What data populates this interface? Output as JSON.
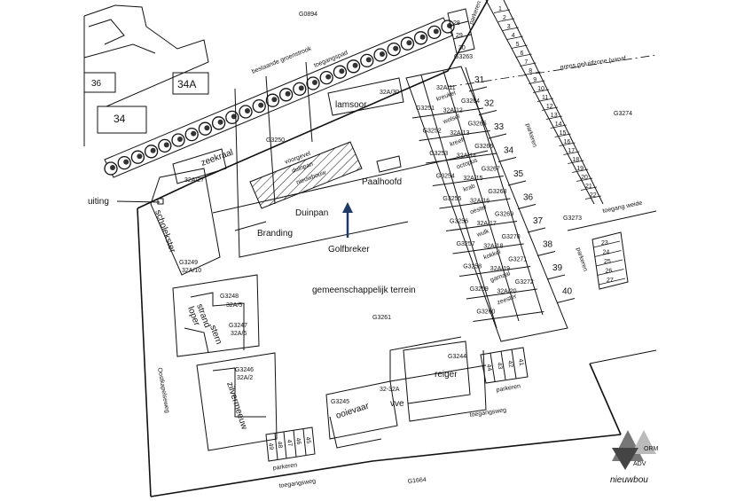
{
  "labels": {
    "g0894": "G0894",
    "bestaande_groenstrook": "bestaande groenstrook",
    "toegangspad": "toegangspad",
    "b36": "36",
    "b34a": "34A",
    "b34": "34",
    "zeekraal": "zeekraal",
    "zeekraal_nr": "32A/27",
    "lamsoor": "lamsoor",
    "lamsoor_nr": "32A/30",
    "g3250": "G3250",
    "voorgevel": "voorgevel",
    "duinpan": "duinpan",
    "nieuwbouw": "nieuwbouw",
    "Duinpan": "Duinpan",
    "Paalhoofd": "Paalhoofd",
    "Branding": "Branding",
    "Golfbreker": "Golfbreker",
    "uiting": "uiting",
    "scholekster": "scholekster",
    "g3249": "G3249",
    "n32a10": "32A/10",
    "gemeenschappelijk": "gemeenschappelijk  terrein",
    "g3261": "G3261",
    "g3248": "G3248",
    "n32a5": "32A/5",
    "strand": "strand",
    "loper": "loper",
    "stern": "stern",
    "g3247": "G3247",
    "n32a6": "32A/6",
    "g3246": "G3246",
    "n32a2": "32A/2",
    "zilvermeeuw": "zilvermeeuw",
    "oostkapelseweg": "Oostkapelseweg",
    "p45": "45",
    "p46": "46",
    "p47": "47",
    "p48": "48",
    "p49": "49",
    "parkeren_bottom": "parkeren",
    "toegangsweg_1": "toegangsweg",
    "g1664": "G1664",
    "ooievaar": "ooievaar",
    "g3245": "G3245",
    "n32_32a": "32-32A",
    "vve": "vve",
    "reiger": "reiger",
    "g3244": "G3244",
    "toegangsweg_2": "toegangsweg",
    "p41": "41",
    "p42": "42",
    "p43": "43",
    "p44": "44",
    "parkeren_mid": "parkeren",
    "g3263": "G3263",
    "parkeren_top": "parkeren",
    "parkeren_right": "parkeren",
    "parkeren_right2": "parkeren",
    "grens": "grens  geluidzone (vanaf",
    "g3274": "G3274",
    "g3273": "G3273",
    "toegang_weide": "toegang weide",
    "p28": "28",
    "p29": "29",
    "p30": "30",
    "p31": "31",
    "p32": "32",
    "p33": "33",
    "p34": "34",
    "p35": "35",
    "p36": "36",
    "p37": "37",
    "p38": "38",
    "p39": "39",
    "p40": "40",
    "g3251": "G3251",
    "g3252": "G3252",
    "g3253": "G3253",
    "g3254": "G3254",
    "g3255": "G3255",
    "g3256": "G3256",
    "g3257": "G3257",
    "g3258": "G3258",
    "g3259": "G3259",
    "g3260": "G3260",
    "g3264": "G3264",
    "g3265": "G3265",
    "g3266": "G3266",
    "g3267": "G3267",
    "g3268": "G3268",
    "g3269": "G3269",
    "g3270": "G3270",
    "g3271": "G3271",
    "g3272": "G3272",
    "n32a11": "32A/11",
    "n32a12": "32A/12",
    "n32a13": "32A/13",
    "n32a14": "32A/14",
    "n32a15": "32A/15",
    "n32a16": "32A/16",
    "n32a17": "32A/17",
    "n32a18": "32A/18",
    "n32a19": "32A/19",
    "n32a20": "32A/20",
    "kreukel": "kreukel",
    "wolsel": "wolsel",
    "kreeft": "kreeft",
    "octopus": "octopus",
    "krab": "krab",
    "oester": "oester",
    "wulk": "wulk",
    "kokkel": "kokkel",
    "garnaal": "garnaal",
    "zeester": "zeester",
    "logo_v1": "V",
    "logo_orm": "ORM",
    "logo_adv": "ADV",
    "nieuwbouw_footer": "nieuwbou"
  },
  "right_parking_numbers": [
    "1",
    "2",
    "3",
    "4",
    "5",
    "6",
    "7",
    "8",
    "9",
    "10",
    "11",
    "12",
    "13",
    "14",
    "15",
    "16",
    "17",
    "18",
    "19",
    "20",
    "21",
    "22"
  ],
  "right_parking_numbers_2": [
    "23",
    "24",
    "25",
    "26",
    "27"
  ]
}
